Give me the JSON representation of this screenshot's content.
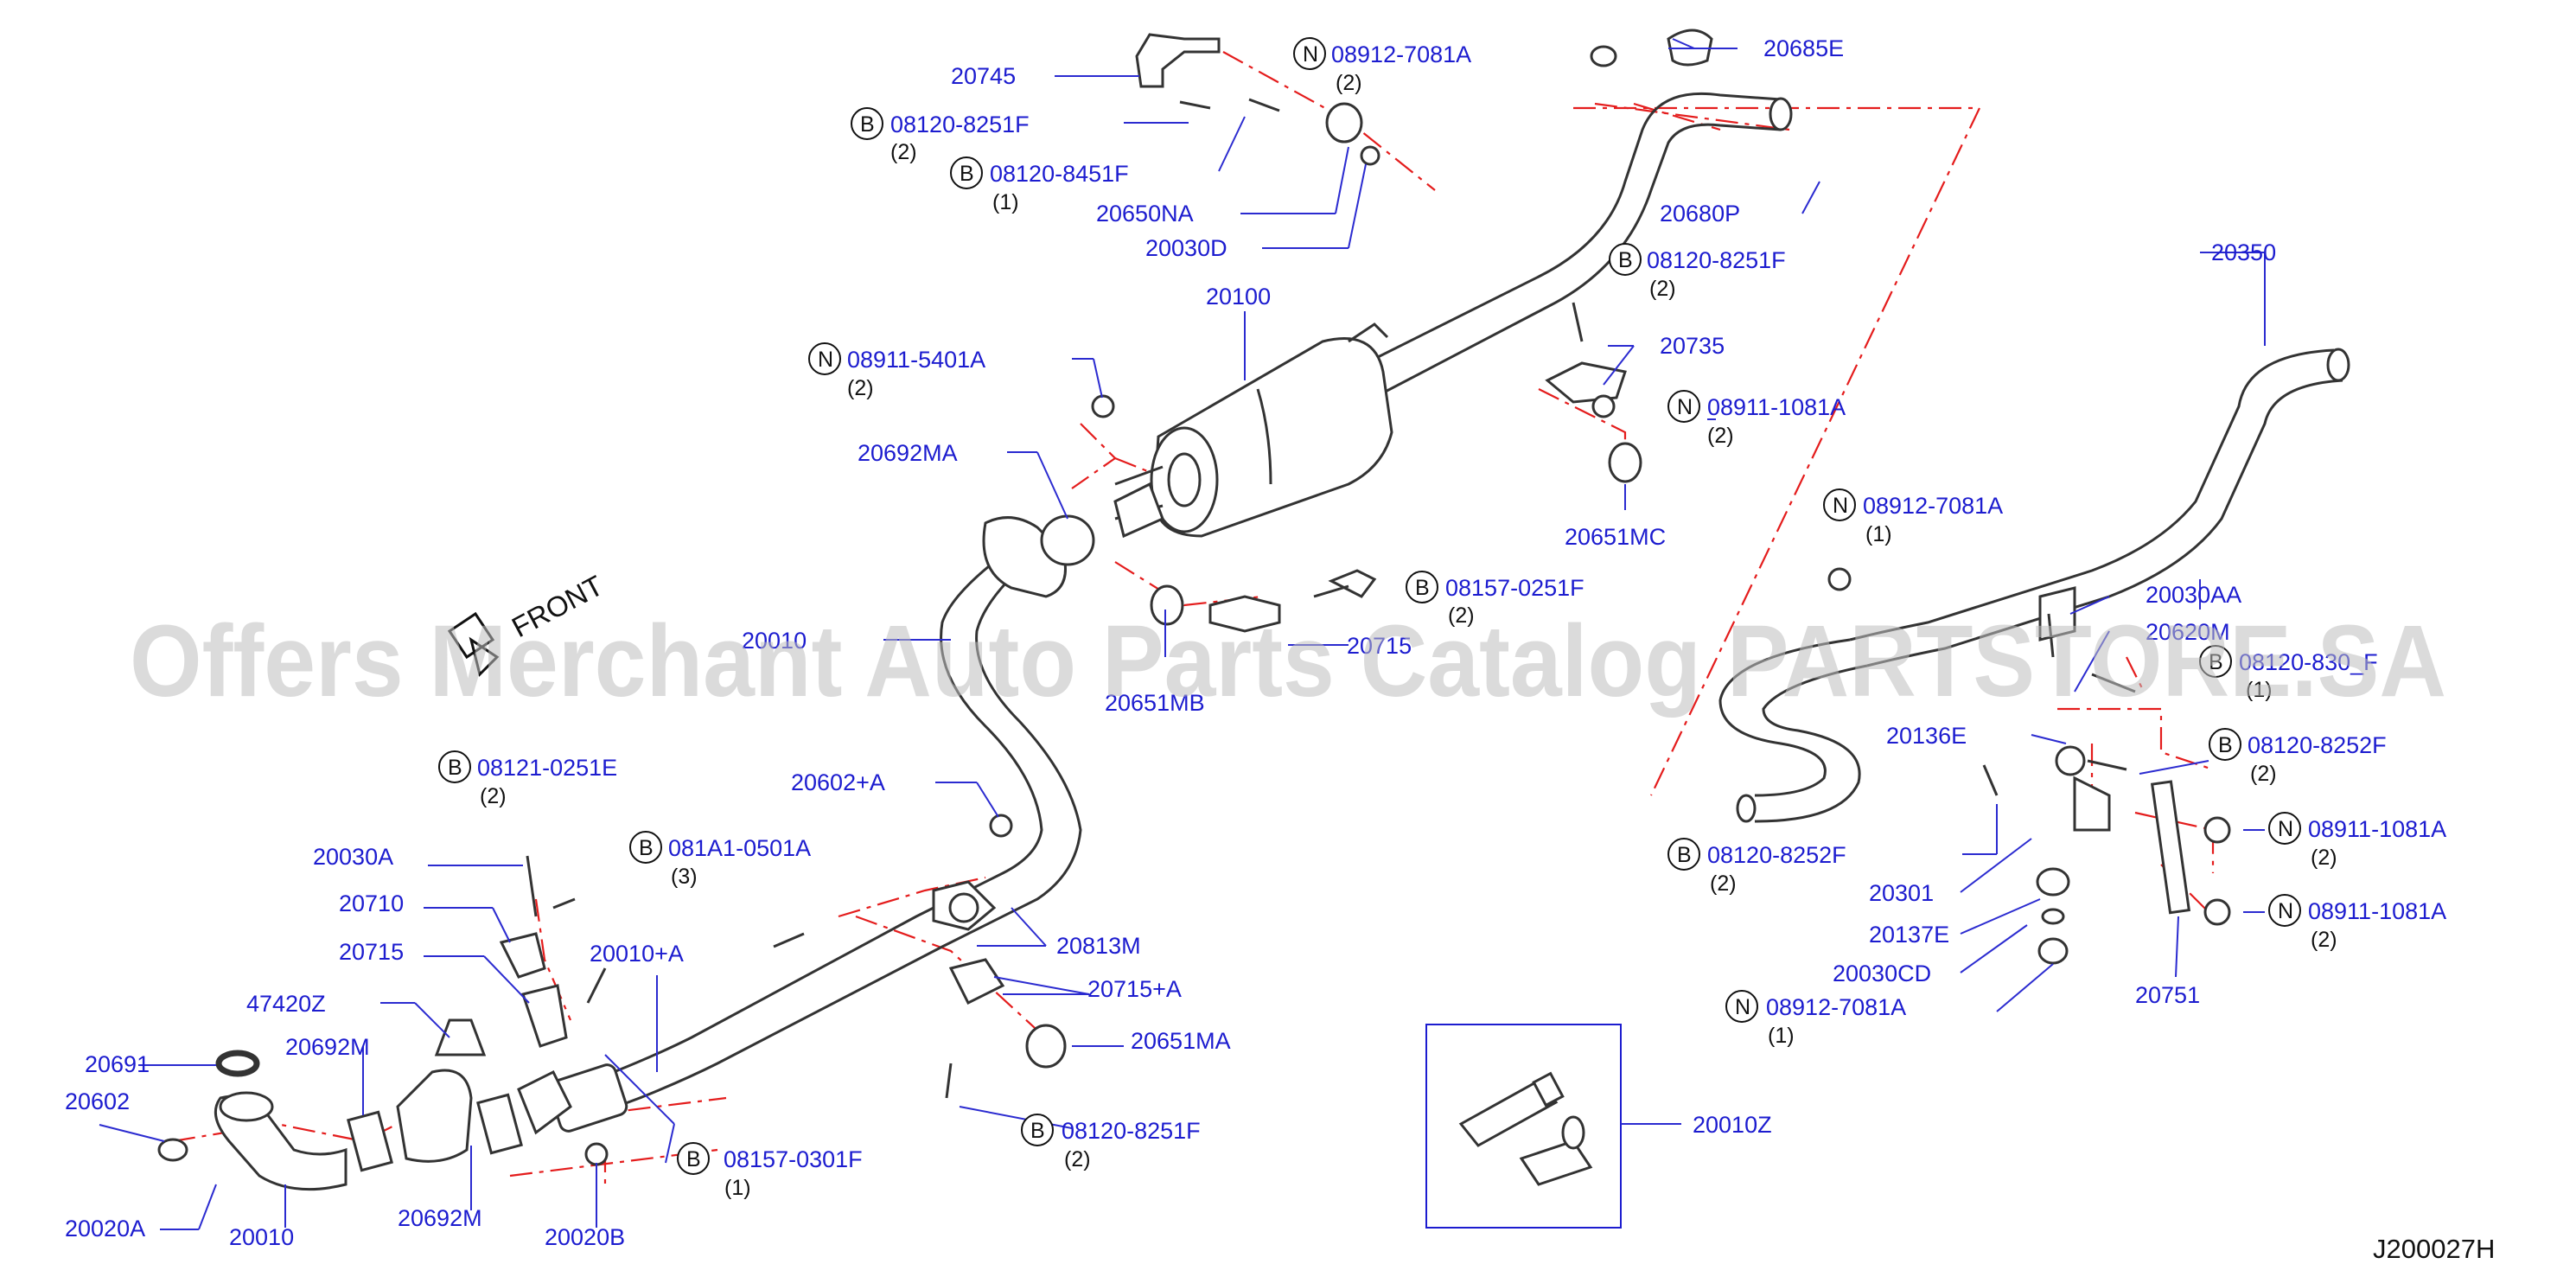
{
  "diagram": {
    "reference": "J200027H",
    "front_label": "FRONT",
    "watermark": "Offers Merchant Auto Parts Catalog PARTSTORE.SA",
    "label_color": "#1c1ccf",
    "connector_color": "#e41c1c",
    "parts": {
      "p20745": "20745",
      "p20685E": "20685E",
      "p20650NA": "20650NA",
      "p20030D": "20030D",
      "p20680P": "20680P",
      "p20100": "20100",
      "p20735": "20735",
      "p20692MA": "20692MA",
      "p20651MC": "20651MC",
      "p20350": "20350",
      "p20010": "20010",
      "p20715_mid": "20715",
      "p20651MB": "20651MB",
      "p20602A": "20602+A",
      "p20813M": "20813M",
      "p20030A": "20030A",
      "p20710": "20710",
      "p20715": "20715",
      "p20010A": "20010+A",
      "p20715A": "20715+A",
      "p20651MA": "20651MA",
      "p47420Z": "47420Z",
      "p20692M_top": "20692M",
      "p20691": "20691",
      "p20602": "20602",
      "p20020A": "20020A",
      "p20010_bottom": "20010",
      "p20692M_bottom": "20692M",
      "p20020B": "20020B",
      "p20030AA": "20030AA",
      "p20620M": "20620M",
      "p20136E": "20136E",
      "p20301": "20301",
      "p20137E": "20137E",
      "p20030CD": "20030CD",
      "p20751": "20751",
      "p20010Z": "20010Z"
    },
    "fasteners": {
      "f1": {
        "badge": "N",
        "code": "08912-7081A",
        "qty": "(2)"
      },
      "f2": {
        "badge": "B",
        "code": "08120-8251F",
        "qty": "(2)"
      },
      "f3": {
        "badge": "B",
        "code": "08120-8451F",
        "qty": "(1)"
      },
      "f4": {
        "badge": "B",
        "code": "08120-8251F",
        "qty": "(2)"
      },
      "f5": {
        "badge": "N",
        "code": "08911-5401A",
        "qty": "(2)"
      },
      "f6": {
        "badge": "N",
        "code": "08911-1081A",
        "qty": "(2)"
      },
      "f7": {
        "badge": "N",
        "code": "08912-7081A",
        "qty": "(1)"
      },
      "f8": {
        "badge": "B",
        "code": "08157-0251F",
        "qty": "(2)"
      },
      "f9": {
        "badge": "B",
        "code": "08120-830_F",
        "qty": "(1)"
      },
      "f10": {
        "badge": "B",
        "code": "08121-0251E",
        "qty": "(2)"
      },
      "f11": {
        "badge": "B",
        "code": "081A1-0501A",
        "qty": "(3)"
      },
      "f12": {
        "badge": "B",
        "code": "08120-8252F",
        "qty": "(2)"
      },
      "f13": {
        "badge": "B",
        "code": "08120-8252F",
        "qty": "(2)"
      },
      "f14": {
        "badge": "N",
        "code": "08911-1081A",
        "qty": "(2)"
      },
      "f15": {
        "badge": "N",
        "code": "08911-1081A",
        "qty": "(2)"
      },
      "f16": {
        "badge": "B",
        "code": "08120-8251F",
        "qty": "(2)"
      },
      "f17": {
        "badge": "N",
        "code": "08912-7081A",
        "qty": "(1)"
      },
      "f18": {
        "badge": "B",
        "code": "08157-0301F",
        "qty": "(1)"
      }
    }
  }
}
